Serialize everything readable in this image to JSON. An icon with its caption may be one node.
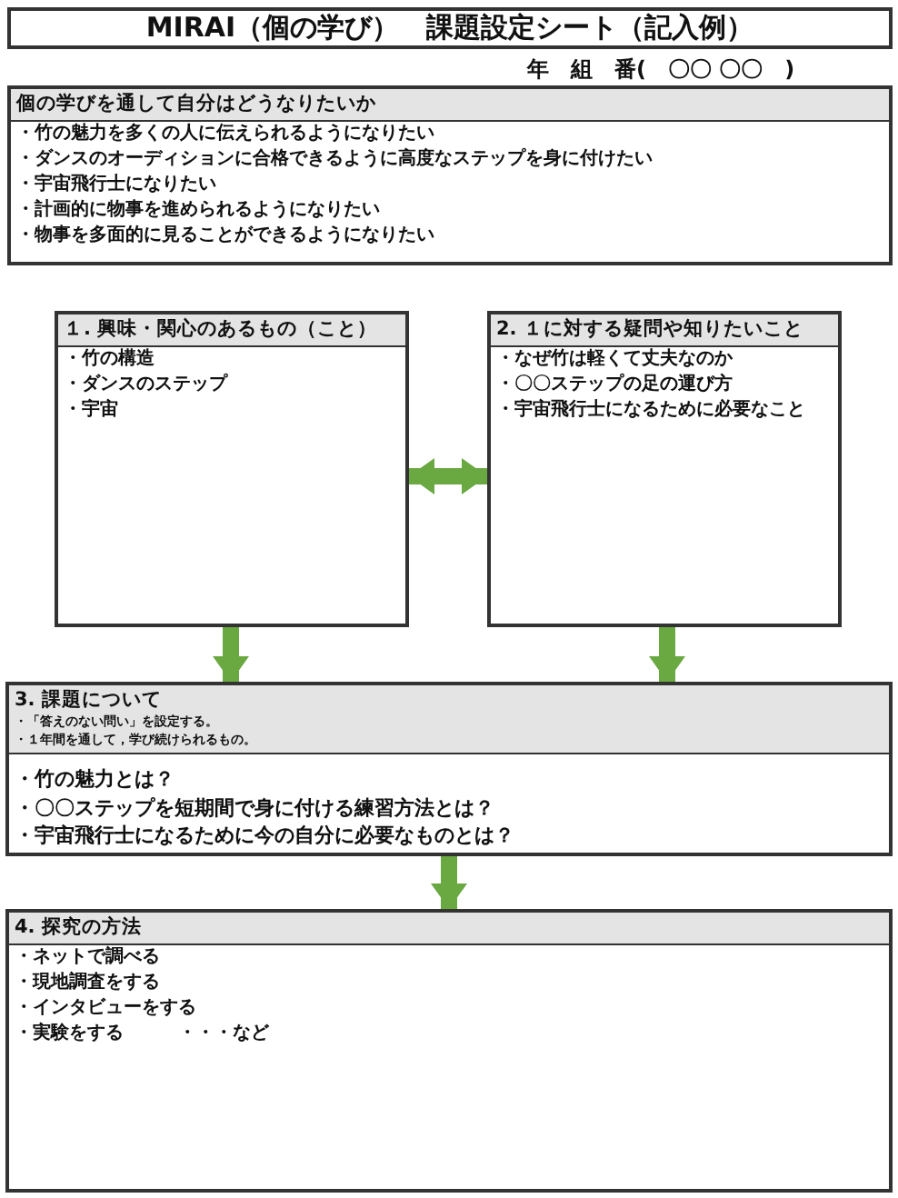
{
  "diagram": {
    "title": "MIRAI（個の学び）　課題設定シート（記入例）",
    "nodes": [
      {
        "text": [
          "個の学びを通して自分はどうなりたいか",
          "・竹の魅力を多くの人に伝えられるようになりたい",
          "・ダンスのオーディションに合格できるように高度なステップを身に付けたい",
          "・宇宙飛行士になりたい",
          "・計画的に物事を進められるようになりたい",
          "・物事を多面的に見ることができるようになりたい"
        ]
      },
      {
        "text": [
          "１. 興味・関心のあるもの（こと）",
          "・竹の構造",
          "・ダンスのステップ",
          "・宇宙"
        ]
      },
      {
        "text": [
          "2. １に対する疑問や知りたいこと",
          "・なぜ竹は軽くて丈夫なのか",
          "・〇〇ステップの足の運び方",
          "・宇宙飛行士になるために必要なこと"
        ]
      },
      {
        "text": [
          "3. 課題について",
          "・「答えのない問い」を設定する。",
          "・１年間を通して，学び続けられるもの。",
          "・竹の魅力とは？",
          "・〇〇ステップを短期間で身に付ける練習方法とは？",
          "・宇宙飛行士になるために今の自分に必要なものとは？"
        ]
      },
      {
        "text": [
          "4. 探究の方法",
          "・ネットで調べる",
          "・現地調査をする",
          "・インタビューをする",
          "・実験をする　　　・・・など"
        ]
      }
    ],
    "edges": [
      {
        "from": 1,
        "to": 2,
        "arrow": "both"
      },
      {
        "from": 1,
        "to": 3,
        "arrow": "to"
      },
      {
        "from": 2,
        "to": 3,
        "arrow": "to"
      },
      {
        "from": 3,
        "to": 4,
        "arrow": "to"
      }
    ],
    "labels": [
      "年　組　番(　〇〇 〇〇　)"
    ]
  }
}
